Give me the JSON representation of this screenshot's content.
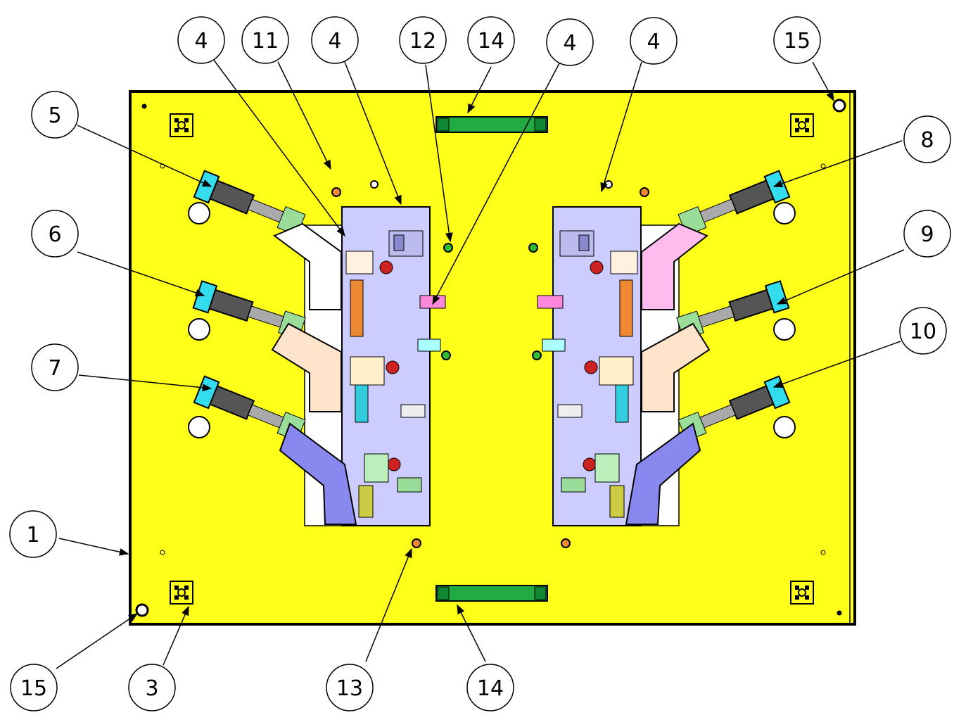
{
  "drawing": {
    "colors": {
      "plate": "#ffff1a",
      "outline": "#000000",
      "fixture_plate": "#ccccff",
      "handle": "#22aa44",
      "clamp_cyan": "#33ddee",
      "clamp_green": "#99dd99",
      "part_white": "#ffffff",
      "part_peach": "#ffe4cc",
      "part_blue": "#8888ee",
      "part_pink": "#ffbbee",
      "block_orange": "#ee8833",
      "block_olive": "#cccc44",
      "pin_green": "#33bb33",
      "pin_orange": "#ee8833",
      "pin_red": "#cc2222"
    },
    "balloons": [
      {
        "id": "b-4a",
        "label": "4"
      },
      {
        "id": "b-11",
        "label": "11"
      },
      {
        "id": "b-4b",
        "label": "4"
      },
      {
        "id": "b-12",
        "label": "12"
      },
      {
        "id": "b-14top",
        "label": "14"
      },
      {
        "id": "b-4c",
        "label": "4"
      },
      {
        "id": "b-4d",
        "label": "4"
      },
      {
        "id": "b-15top",
        "label": "15"
      },
      {
        "id": "b-5",
        "label": "5"
      },
      {
        "id": "b-8",
        "label": "8"
      },
      {
        "id": "b-6",
        "label": "6"
      },
      {
        "id": "b-9",
        "label": "9"
      },
      {
        "id": "b-10",
        "label": "10"
      },
      {
        "id": "b-7",
        "label": "7"
      },
      {
        "id": "b-1",
        "label": "1"
      },
      {
        "id": "b-15bot",
        "label": "15"
      },
      {
        "id": "b-3",
        "label": "3"
      },
      {
        "id": "b-13",
        "label": "13"
      },
      {
        "id": "b-14bot",
        "label": "14"
      }
    ]
  }
}
